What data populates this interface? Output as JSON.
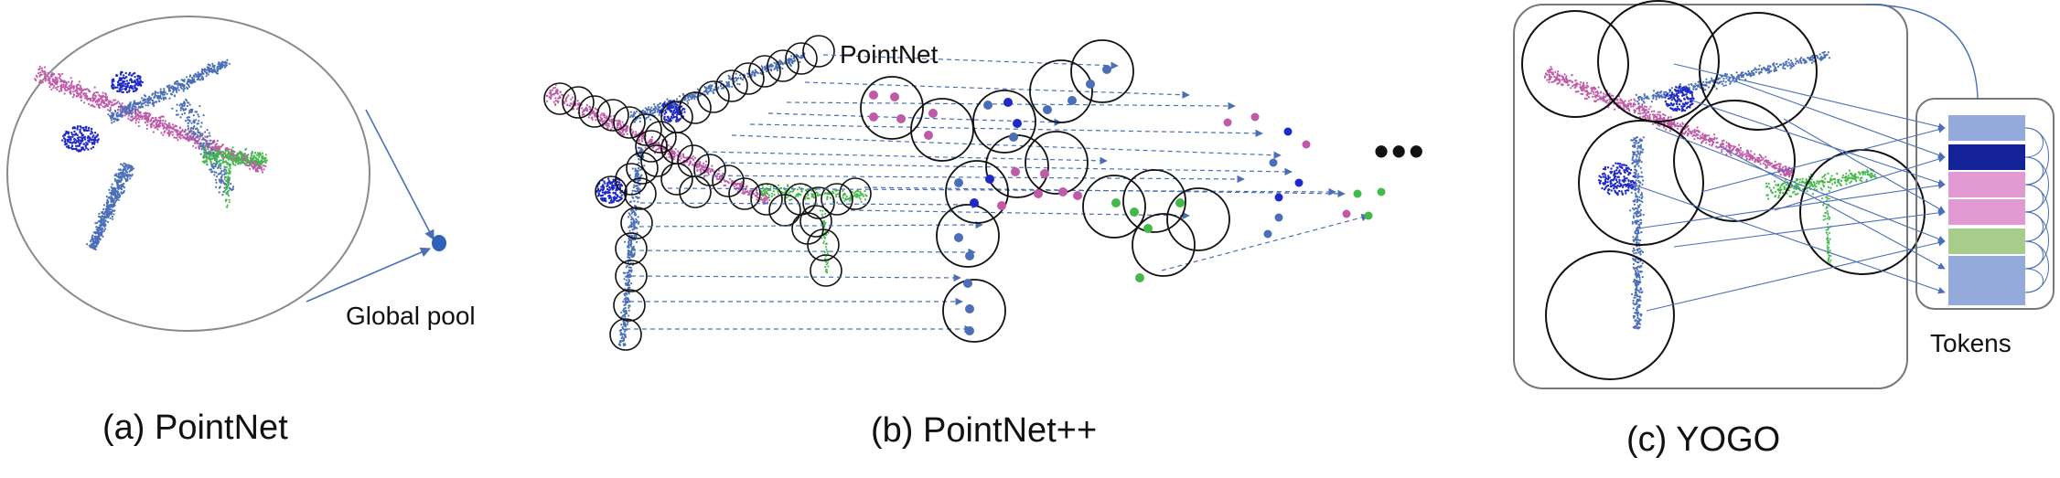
{
  "panels": {
    "a": {
      "caption": "(a) PointNet",
      "label": "Global pool"
    },
    "b": {
      "caption": "(b) PointNet++",
      "label": "PointNet",
      "ellipsis": "•••"
    },
    "c": {
      "caption": "(c) YOGO",
      "label": "Tokens"
    }
  },
  "colors": {
    "fuselage": "#c05aa8",
    "wing": "#4a6fb8",
    "engine": "#1f28c8",
    "tail": "#43b94a",
    "arrow": "#4a6fb8",
    "circle": "#111111",
    "panel_border": "#777777",
    "token_light_blue": "#93aadb",
    "token_dark_blue": "#15239a",
    "token_pink": "#e29ad2",
    "token_green": "#a8cc8c"
  },
  "tokens": [
    "light-blue",
    "dark-blue",
    "pink",
    "pink",
    "green",
    "light-blue",
    "light-blue"
  ]
}
